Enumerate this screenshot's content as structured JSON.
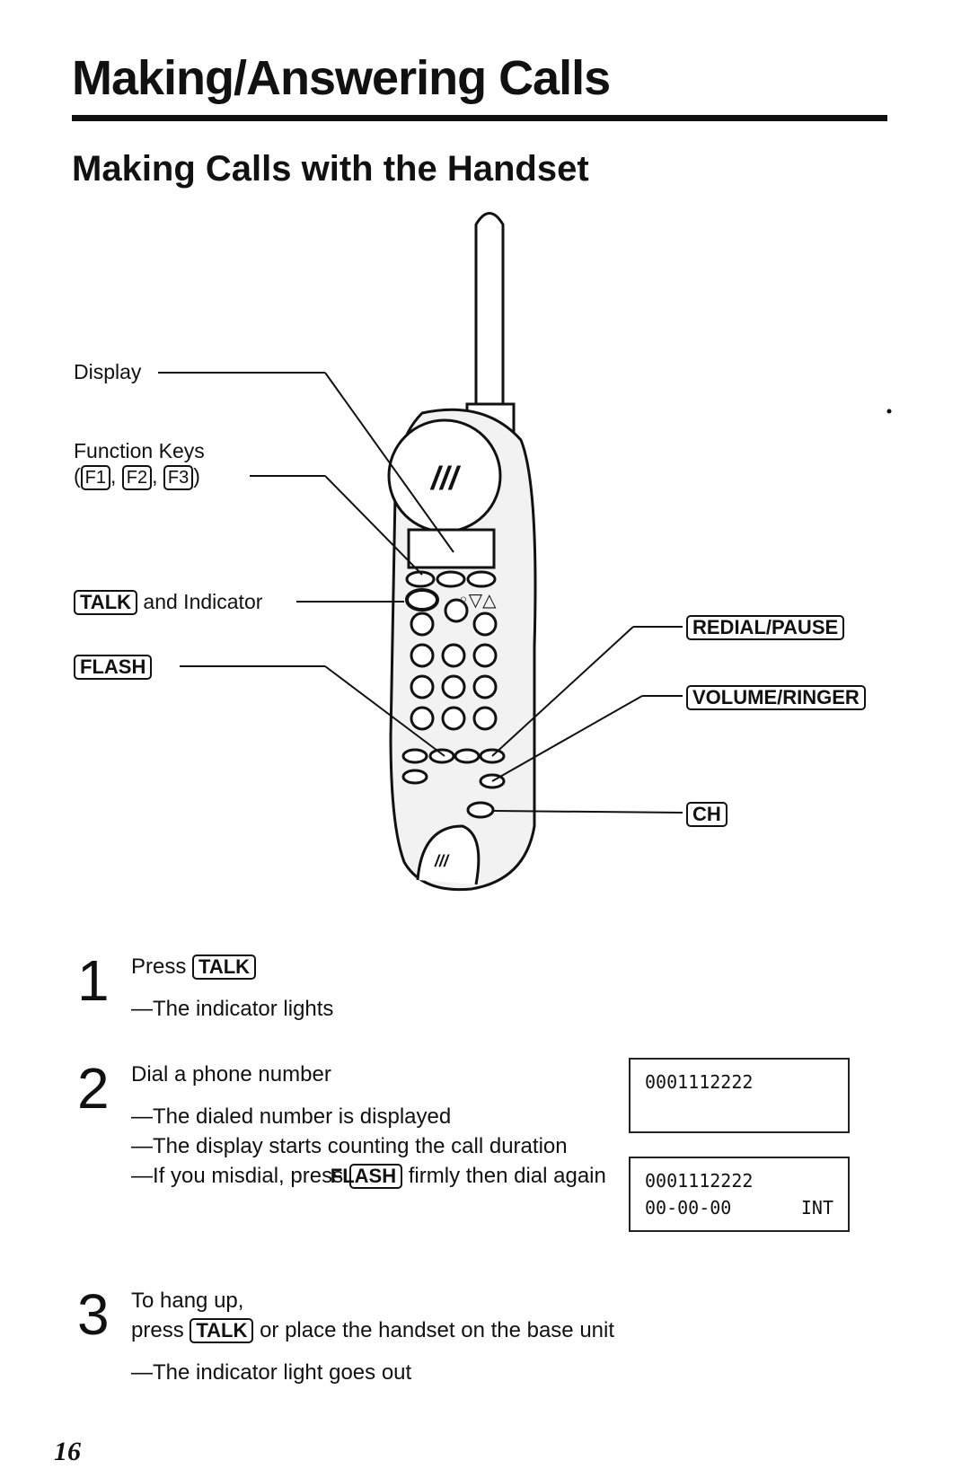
{
  "page": {
    "title": "Making/Answering Calls",
    "subtitle": "Making Calls with the Handset",
    "page_number": "16"
  },
  "diagram": {
    "labels": {
      "display": "Display",
      "function_keys": "Function Keys",
      "f1": "F1",
      "f2": "F2",
      "f3": "F3",
      "talk": "TALK",
      "and_indicator": "and Indicator",
      "flash": "FLASH",
      "redial_pause": "REDIAL/PAUSE",
      "volume_ringer": "VOLUME/RINGER",
      "ch": "CH"
    }
  },
  "steps": [
    {
      "number": "1",
      "press": "Press",
      "key": "TALK",
      "notes": [
        "—The indicator lights"
      ]
    },
    {
      "number": "2",
      "text": "Dial a phone number",
      "notes": [
        "—The dialed number is displayed",
        "—The display starts counting the call duration"
      ],
      "misdial_pre": "—If you misdial, press",
      "misdial_key": "FLASH",
      "misdial_post": "firmly then dial again"
    },
    {
      "number": "3",
      "line1": "To hang up,",
      "press": "press",
      "key": "TALK",
      "line2_post": "or place the handset on the base unit",
      "note": "—The indicator light goes out"
    }
  ],
  "displays": [
    {
      "line1": "0001112222",
      "line2": ""
    },
    {
      "line1": "0001112222",
      "line2_left": "00-00-00",
      "line2_right": "INT"
    }
  ]
}
